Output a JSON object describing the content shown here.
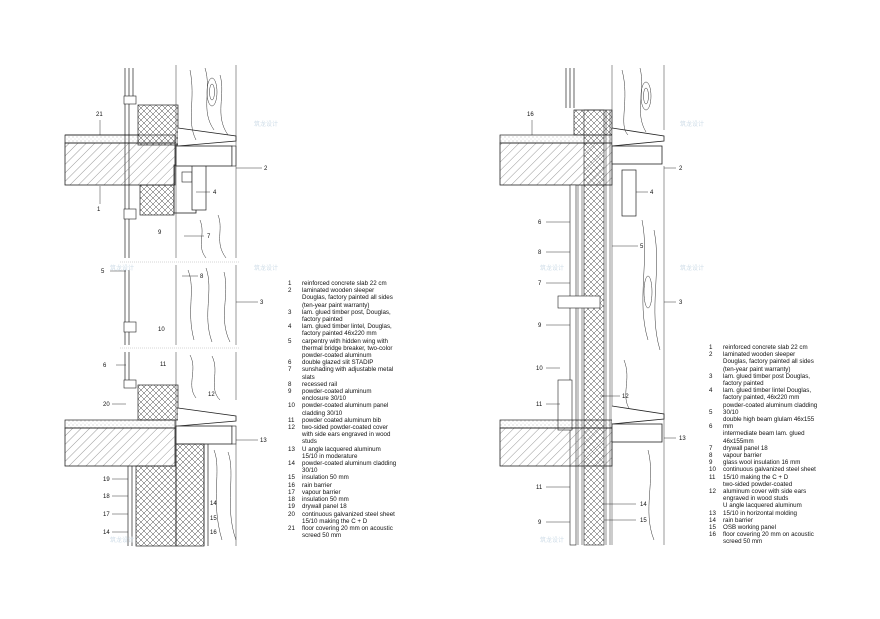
{
  "left_detail": {
    "callouts": [
      "21",
      "1",
      "9",
      "2",
      "4",
      "7",
      "5",
      "8",
      "3",
      "10",
      "6",
      "11",
      "12",
      "20",
      "13",
      "19",
      "18",
      "17",
      "14",
      "15",
      "16"
    ],
    "legend": [
      {
        "num": "1",
        "text": "reinforced concrete slab 22 cm"
      },
      {
        "num": "2",
        "text": "laminated wooden sleeper\nDouglas, factory painted all sides\n(ten-year paint warranty)"
      },
      {
        "num": "3",
        "text": "lam. glued timber post, Douglas,\nfactory painted"
      },
      {
        "num": "4",
        "text": "lam. glued timber lintel, Douglas,\nfactory painted 46x220 mm"
      },
      {
        "num": "5",
        "text": "carpentry with hidden wing with\nthermal bridge breaker, two-color\npowder-coated aluminum"
      },
      {
        "num": "6",
        "text": "double glazed slit STADIP"
      },
      {
        "num": "7",
        "text": "sunshading with adjustable metal\nslats"
      },
      {
        "num": "8",
        "text": "recessed rail"
      },
      {
        "num": "9",
        "text": "powder-coated aluminum\nenclosure 30/10"
      },
      {
        "num": "10",
        "text": "powder-coated aluminum panel\ncladding 30/10"
      },
      {
        "num": "11",
        "text": "powder coated aluminum bib"
      },
      {
        "num": "12",
        "text": "two-sided powder-coated cover\nwith side ears engraved in wood\nstuds"
      },
      {
        "num": "13",
        "text": "U angle lacquered aluminum\n15/10 in moderature"
      },
      {
        "num": "14",
        "text": "powder-coated aluminum cladding\n30/10"
      },
      {
        "num": "15",
        "text": "insulation 50 mm"
      },
      {
        "num": "16",
        "text": "rain barrier"
      },
      {
        "num": "17",
        "text": "vapour barrier"
      },
      {
        "num": "18",
        "text": "insulation 50 mm"
      },
      {
        "num": "19",
        "text": "drywall panel 18"
      },
      {
        "num": "20",
        "text": "continuous galvanized steel sheet\n15/10 making the C + D"
      },
      {
        "num": "21",
        "text": "floor covering 20 mm on acoustic\nscreed  50 mm"
      }
    ]
  },
  "right_detail": {
    "callouts": [
      "16",
      "2",
      "4",
      "6",
      "8",
      "5",
      "7",
      "3",
      "9",
      "10",
      "11",
      "12",
      "13",
      "11",
      "14",
      "9",
      "15"
    ],
    "legend": [
      {
        "num": "1",
        "text": "reinforced concrete slab 22 cm"
      },
      {
        "num": "2",
        "text": "laminated wooden sleeper\nDouglas, factory painted all sides\n(ten-year paint warranty)"
      },
      {
        "num": "3",
        "text": "lam. glued timber post Douglas,\nfactory painted"
      },
      {
        "num": "4",
        "text": "lam. glued timber lintel Douglas,\nfactory painted, 46x220 mm\npowder-coated aluminum cladding"
      },
      {
        "num": "5",
        "text": "30/10\ndouble high beam glulam 46x155"
      },
      {
        "num": "6",
        "text": "mm\nintermediate beam lam. glued\n46x155mm"
      },
      {
        "num": "7",
        "text": "drywall panel 18"
      },
      {
        "num": "8",
        "text": "vapour barrier"
      },
      {
        "num": "9",
        "text": "glass wool insulation 16 mm"
      },
      {
        "num": "10",
        "text": "continuous galvanized steel sheet"
      },
      {
        "num": "11",
        "text": "15/10 making the C + D\ntwo-sided powder-coated"
      },
      {
        "num": "12",
        "text": "aluminum cover with side ears\nengraved in wood studs\nU angle lacquered aluminum"
      },
      {
        "num": "13",
        "text": "15/10 in horizontal molding"
      },
      {
        "num": "14",
        "text": "rain barrier"
      },
      {
        "num": "15",
        "text": "OSB working panel"
      },
      {
        "num": "16",
        "text": "floor covering 20 mm on acoustic\nscreed 50 mm"
      }
    ]
  },
  "watermark": "筑龙设计"
}
